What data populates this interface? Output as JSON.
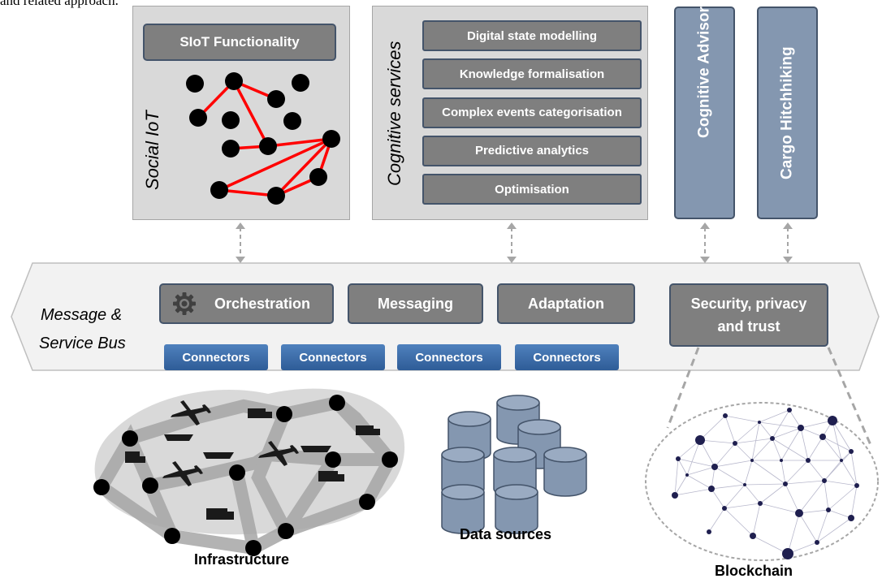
{
  "header_fragment": "and related approach.",
  "social_iot": {
    "title": "Social IoT",
    "functionality_button": "SIoT Functionality"
  },
  "cognitive_services": {
    "title": "Cognitive services",
    "items": [
      "Digital state modelling",
      "Knowledge formalisation",
      "Complex events categorisation",
      "Predictive analytics",
      "Optimisation"
    ]
  },
  "cognitive_advisor": "Cognitive Advisor",
  "cargo_hitchhiking": "Cargo Hitchhiking",
  "bus": {
    "title_line1": "Message &",
    "title_line2": "Service Bus",
    "orchestration": "Orchestration",
    "messaging": "Messaging",
    "adaptation": "Adaptation",
    "security_line1": "Security, privacy",
    "security_line2": "and trust",
    "connectors": [
      "Connectors",
      "Connectors",
      "Connectors",
      "Connectors"
    ]
  },
  "bottom": {
    "infrastructure": "Infrastructure",
    "data_sources": "Data sources",
    "blockchain": "Blockchain"
  },
  "colors": {
    "panel": "#d9d9d9",
    "button": "#7f7f7f",
    "blue_button": "#8497b0",
    "connector": "#3b6eaa",
    "edge": "#ff0000",
    "node": "#000000",
    "cylinder": "#8497b0",
    "blockchain_node": "#1f1f4f"
  }
}
